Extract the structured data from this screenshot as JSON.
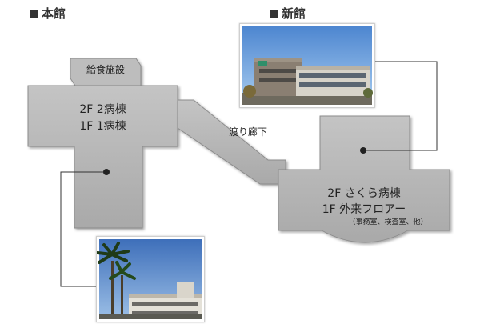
{
  "main_building": {
    "heading": "本館",
    "kitchen_label": "給食施設",
    "floors": [
      "2F 2病棟",
      "1F 1病棟"
    ]
  },
  "new_building": {
    "heading": "新館",
    "floors": [
      "2F さくら病棟",
      "1F 外来フロアー"
    ],
    "note": "（事務室、検査室、他）"
  },
  "corridor_label": "渡り廊下",
  "colors": {
    "building_fill": "#b8b8b8",
    "building_stroke": "#8c8c8c",
    "link_line": "#333333"
  }
}
